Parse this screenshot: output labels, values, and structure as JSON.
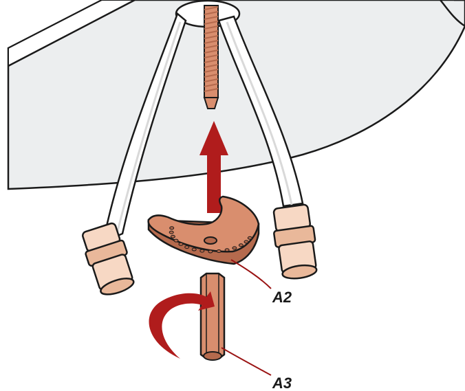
{
  "colors": {
    "background": "#ffffff",
    "sink": "#eceeef",
    "sink_edge": "#ffffff",
    "outline": "#1a1a1a",
    "hose": "#ffffff",
    "hose_shadow": "#d9d9d9",
    "fitting": "#f7d8c4",
    "fitting_shade": "#e9b89a",
    "copper": "#d98e6e",
    "copper_dark": "#b56a4d",
    "arrow": "#b01c1c",
    "leader": "#9a1414"
  },
  "parts": [
    {
      "id": "A2",
      "label": "A2",
      "icon": "nut-plate-icon"
    },
    {
      "id": "A3",
      "label": "A3",
      "icon": "tool-bar-icon"
    }
  ],
  "arrows": {
    "lift": "arrow-up-icon",
    "rotate": "rotate-arrow-icon"
  }
}
